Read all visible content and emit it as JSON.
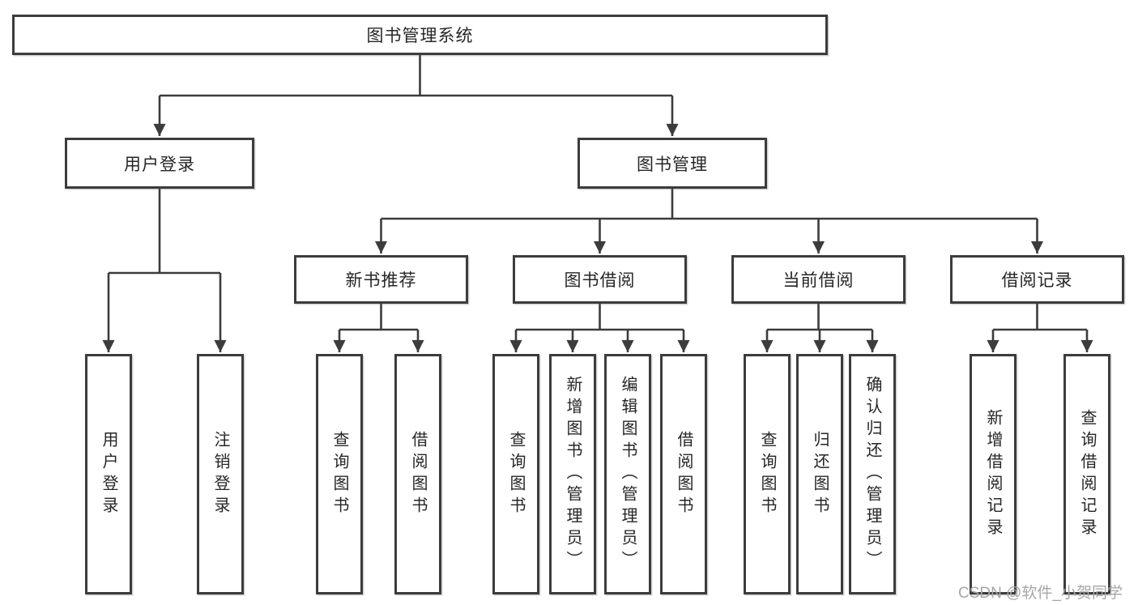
{
  "tree": {
    "root": "图书管理系统",
    "user_login": {
      "label": "用户登录",
      "leaves": [
        "用户登录",
        "注销登录"
      ]
    },
    "book_management": {
      "label": "图书管理",
      "children": {
        "new_book_recommend": {
          "label": "新书推荐",
          "leaves": [
            "查询图书",
            "借阅图书"
          ]
        },
        "book_borrow": {
          "label": "图书借阅",
          "leaves": [
            "查询图书",
            "新增图书（管理员）",
            "编辑图书（管理员）",
            "借阅图书"
          ]
        },
        "current_borrow": {
          "label": "当前借阅",
          "leaves": [
            "查询图书",
            "归还图书",
            "确认归还（管理员）"
          ]
        },
        "borrow_records": {
          "label": "借阅记录",
          "leaves": [
            "新增借阅记录",
            "查询借阅记录"
          ]
        }
      }
    }
  },
  "watermark": "CSDN @软件_小贺同学",
  "colors": {
    "bg": "#ffffff",
    "line": "#3c3c3c",
    "box_fill": "#ffffff",
    "box_border": "#3c3c3c",
    "text": "#262626",
    "watermark": "#a6a6a6"
  }
}
